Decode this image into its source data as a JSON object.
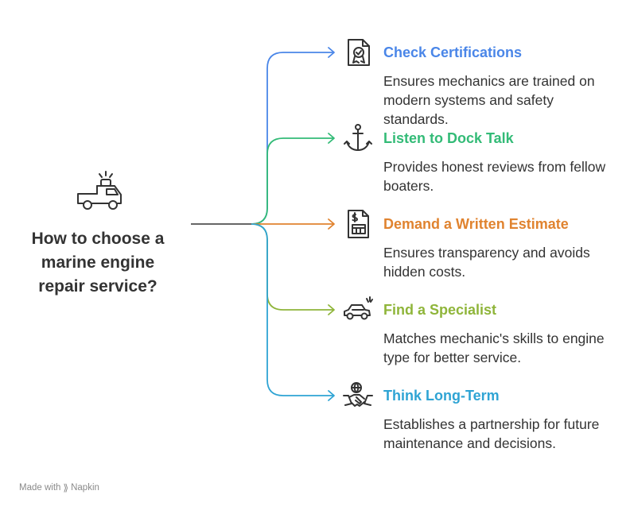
{
  "main": {
    "title_lines": [
      "How to choose a",
      "marine engine",
      "repair service?"
    ],
    "icon": "tow-truck-icon"
  },
  "branches": [
    {
      "title": "Check Certifications",
      "desc": "Ensures mechanics are trained on modern systems and safety standards.",
      "color": "#4a86e8",
      "icon": "certificate-icon"
    },
    {
      "title": "Listen to Dock Talk",
      "desc": "Provides honest reviews from fellow boaters.",
      "color": "#33bb77",
      "icon": "anchor-icon"
    },
    {
      "title": "Demand a Written Estimate",
      "desc": "Ensures transparency and avoids hidden costs.",
      "color": "#e0832f",
      "icon": "estimate-document-icon"
    },
    {
      "title": "Find a Specialist",
      "desc": "Matches mechanic's skills to engine type for better service.",
      "color": "#8fb53a",
      "icon": "repair-car-icon"
    },
    {
      "title": "Think Long-Term",
      "desc": "Establishes a partnership for future maintenance and decisions.",
      "color": "#2fa4d4",
      "icon": "handshake-icon"
    }
  ],
  "footer": {
    "made_with": "Made with",
    "brand": "Napkin",
    "icon": "napkin-logo-icon"
  }
}
